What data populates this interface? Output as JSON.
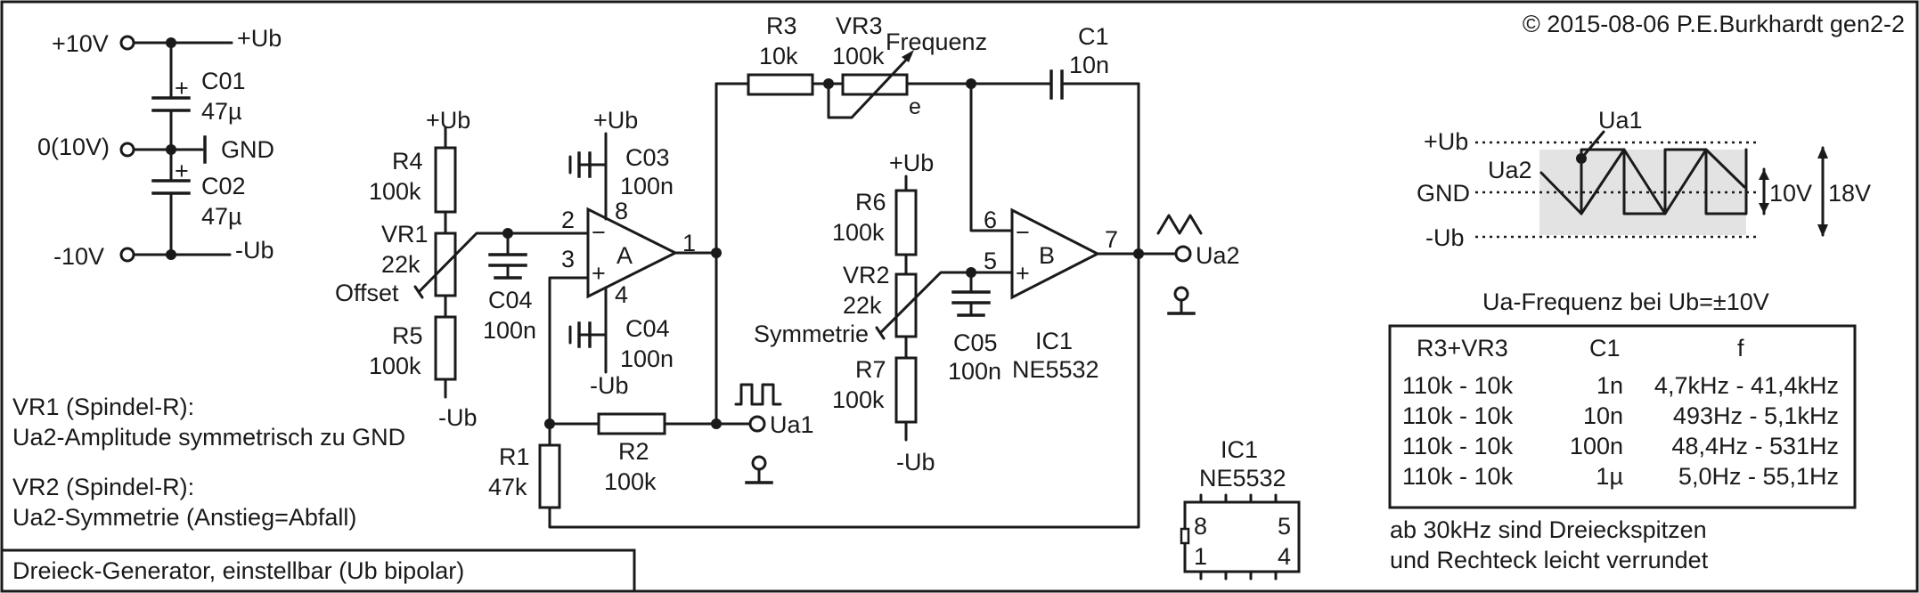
{
  "copyright": "© 2015-08-06 P.E.Burkhardt gen2-2",
  "title_box": "Dreieck-Generator, einstellbar (Ub bipolar)",
  "notes": {
    "vr1_title": "VR1 (Spindel-R):",
    "vr1_desc": "Ua2-Amplitude symmetrisch zu GND",
    "vr2_title": "VR2 (Spindel-R):",
    "vr2_desc": "Ua2-Symmetrie (Anstieg=Abfall)"
  },
  "supply": {
    "plus10": "+10V",
    "plus_ub": "+Ub",
    "zero": "0(10V)",
    "gnd": "GND",
    "minus10": "-10V",
    "minus_ub": "-Ub",
    "c01_name": "C01",
    "c01_val": "47µ",
    "c02_name": "C02",
    "c02_val": "47µ",
    "plus_sign": "+"
  },
  "labels": {
    "ub_plus": "+Ub",
    "ub_minus": "-Ub",
    "r4": "R4",
    "r4_val": "100k",
    "vr1": "VR1",
    "vr1_val": "22k",
    "offset": "Offset",
    "r5": "R5",
    "r5_val": "100k",
    "c04": "C04",
    "c04_val": "100n",
    "c03": "C03",
    "c03_val": "100n",
    "pin2": "2",
    "pin3": "3",
    "pin8": "8",
    "pin4": "4",
    "pin1": "1",
    "opa": "A",
    "minus": "−",
    "plus": "+",
    "r3": "R3",
    "r3_val": "10k",
    "vr3": "VR3",
    "vr3_val": "100k",
    "frequenz": "Frequenz",
    "e": "e",
    "c1": "C1",
    "c1_val": "10n",
    "r6": "R6",
    "r6_val": "100k",
    "vr2": "VR2",
    "vr2_val": "22k",
    "symmetrie": "Symmetrie",
    "r7": "R7",
    "r7_val": "100k",
    "c05": "C05",
    "c05_val": "100n",
    "pin6": "6",
    "pin5": "5",
    "pin7": "7",
    "opb": "B",
    "ic1": "IC1",
    "ic1_type": "NE5532",
    "ua2": "Ua2",
    "ua1": "Ua1",
    "r1": "R1",
    "r1_val": "47k",
    "r2": "R2",
    "r2_val": "100k"
  },
  "ic_package": {
    "name": "IC1",
    "type": "NE5532",
    "pin8": "8",
    "pin5": "5",
    "pin1": "1",
    "pin4": "4"
  },
  "waveform": {
    "ub_plus": "+Ub",
    "gnd": "GND",
    "ub_minus": "-Ub",
    "ua1": "Ua1",
    "ua2": "Ua2",
    "amp_small": "10V",
    "amp_large": "18V"
  },
  "freq_table": {
    "title": "Ua-Frequenz bei Ub=±10V",
    "headers": [
      "R3+VR3",
      "C1",
      "f"
    ],
    "rows": [
      [
        "110k - 10k",
        "1n",
        "4,7kHz - 41,4kHz"
      ],
      [
        "110k - 10k",
        "10n",
        "493Hz - 5,1kHz"
      ],
      [
        "110k - 10k",
        "100n",
        "48,4Hz - 531Hz"
      ],
      [
        "110k - 10k",
        "1µ",
        "5,0Hz - 55,1Hz"
      ]
    ],
    "note_line1": "ab 30kHz sind Dreieckspitzen",
    "note_line2": "und Rechteck leicht verrundet"
  },
  "colors": {
    "ink": "#1a1a1a",
    "waveform_shade": "#e3e3e3",
    "background": "#ffffff"
  }
}
